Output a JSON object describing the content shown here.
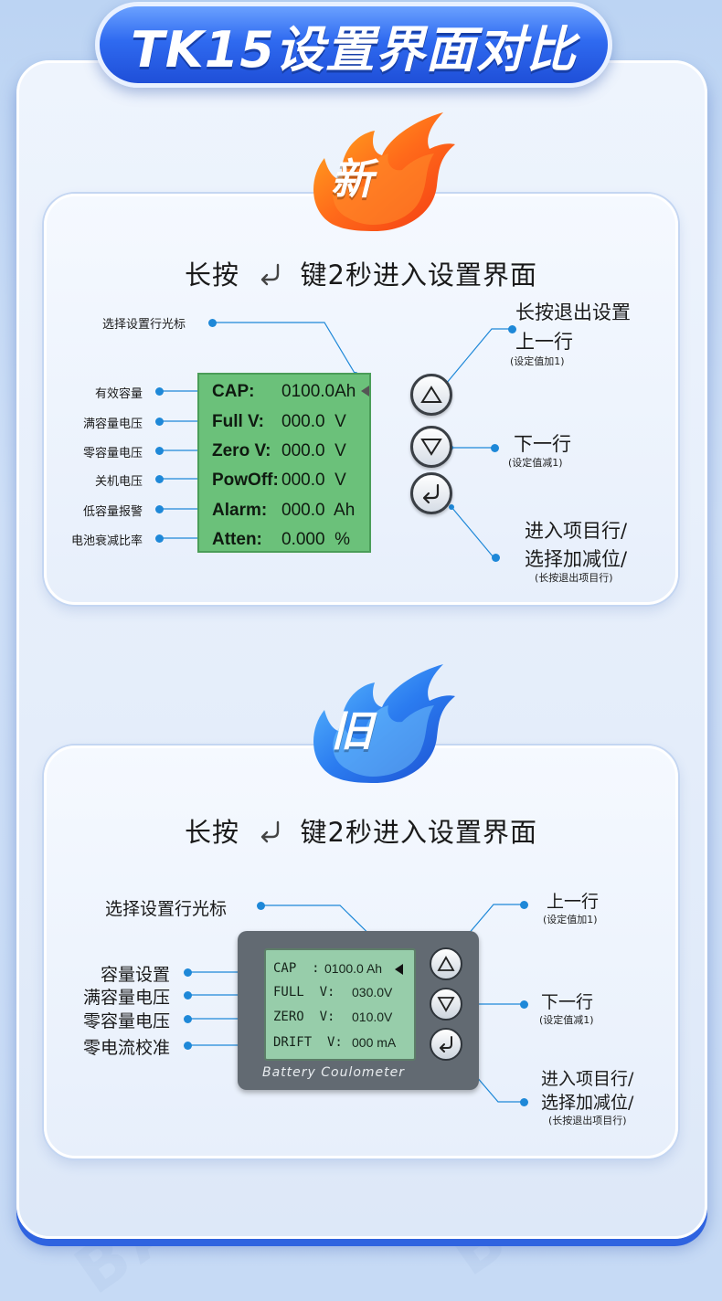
{
  "title": "TK15设置界面对比",
  "watermark": "BAIWAY",
  "new_section": {
    "badge": "新",
    "heading_prefix": "长按",
    "heading_suffix": "键2秒进入设置界面",
    "cursor_label": "选择设置行光标",
    "lcd_rows": [
      {
        "name": "CAP:",
        "value": "0100.0Ah"
      },
      {
        "name": "Full V:",
        "value": "000.0  V"
      },
      {
        "name": "Zero V:",
        "value": "000.0  V"
      },
      {
        "name": "PowOff:",
        "value": "000.0  V"
      },
      {
        "name": "Alarm:",
        "value": "000.0  Ah"
      },
      {
        "name": "Atten:",
        "value": "0.000  %"
      }
    ],
    "left_labels": [
      "有效容量",
      "满容量电压",
      "零容量电压",
      "关机电压",
      "低容量报警",
      "电池衰减比率"
    ],
    "right_labels": {
      "up_main1": "长按退出设置",
      "up_main2": "上一行",
      "up_sub": "(设定值加1)",
      "down_main": "下一行",
      "down_sub": "(设定值减1)",
      "enter_main1": "进入项目行/",
      "enter_main2": "选择加减位/",
      "enter_sub": "(长按退出项目行)"
    }
  },
  "old_section": {
    "badge": "旧",
    "heading_prefix": "长按",
    "heading_suffix": "键2秒进入设置界面",
    "cursor_label": "选择设置行光标",
    "lcd_rows": [
      {
        "name": "CAP  :",
        "value": "0100.0 Ah"
      },
      {
        "name": "FULL  V:",
        "value": "030.0V"
      },
      {
        "name": "ZERO  V:",
        "value": "010.0V"
      },
      {
        "name": "DRIFT  V:",
        "value": "000 mA"
      }
    ],
    "device_caption": "Battery Coulometer",
    "left_labels": [
      "容量设置",
      "满容量电压",
      "零容量电压",
      "零电流校准"
    ],
    "right_labels": {
      "up_main": "上一行",
      "up_sub": "(设定值加1)",
      "down_main": "下一行",
      "down_sub": "(设定值减1)",
      "enter_main1": "进入项目行/",
      "enter_main2": "选择加减位/",
      "enter_sub": "(长按退出项目行)"
    }
  },
  "colors": {
    "accent_blue": "#2f6af0",
    "lcd_new": "#6bc17a",
    "lcd_old": "#97cdaa",
    "leader_line": "#1e88d8",
    "flame_new": "#ff5a1a",
    "flame_old": "#2b7cf0"
  },
  "icons": {
    "enter_key": "enter-return-icon",
    "up": "triangle-up-icon",
    "down": "triangle-down-icon",
    "cursor": "left-pointer-icon"
  }
}
